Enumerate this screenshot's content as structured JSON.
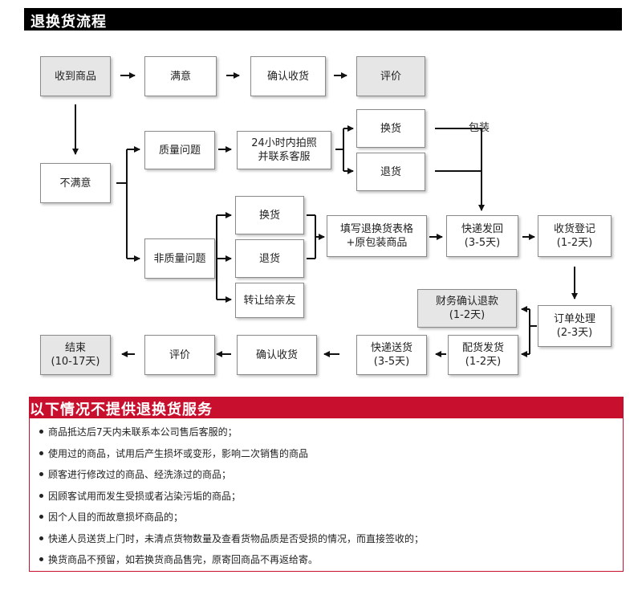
{
  "header": {
    "title": "退换货流程"
  },
  "flow": {
    "receive": "收到商品",
    "satisfied": "满意",
    "confirm_receipt_top": "确认收货",
    "review_top": "评价",
    "unsatisfied": "不满意",
    "quality_issue": "质量问题",
    "photo_contact": "24小时内拍照\n并联系客服",
    "exchange_1": "换货",
    "return_1": "退货",
    "packaging": "包装",
    "non_quality_issue": "非质量问题",
    "exchange_2": "换货",
    "return_2": "退货",
    "transfer": "转让给亲友",
    "fill_form": "填写退换货表格\n+原包装商品",
    "ship_back": "快递发回\n(3-5天)",
    "register": "收货登记\n(1-2天)",
    "order_processing": "订单处理\n(2-3天)",
    "finance_refund": "财务确认退款\n(1-2天)",
    "dispatch": "配货发货\n(1-2天)",
    "courier_deliver": "快递送货\n(3-5天)",
    "confirm_receipt_bottom": "确认收货",
    "review_bottom": "评价",
    "end": "结束\n(10-17天)"
  },
  "exclusions": {
    "title": "以下情况不提供退换货服务",
    "items": [
      "商品抵达后7天内未联系本公司售后客服的；",
      "使用过的商品，试用后产生损坏或变形，影响二次销售的商品",
      "顾客进行修改过的商品、经洗涤过的商品；",
      "因顾客试用而发生受损或者沾染污垢的商品；",
      "因个人目的而故意损坏商品的；",
      "快递人员送货上门时，未清点货物数量及查看货物品质是否受损的情况，而直接签收的；",
      "换货商品不预留，如若换货商品售完，原寄回商品不再返给寄。"
    ]
  },
  "colors": {
    "header_bg": "#000000",
    "accent_red": "#c8102e",
    "grey_box": "#e6e6e6"
  }
}
